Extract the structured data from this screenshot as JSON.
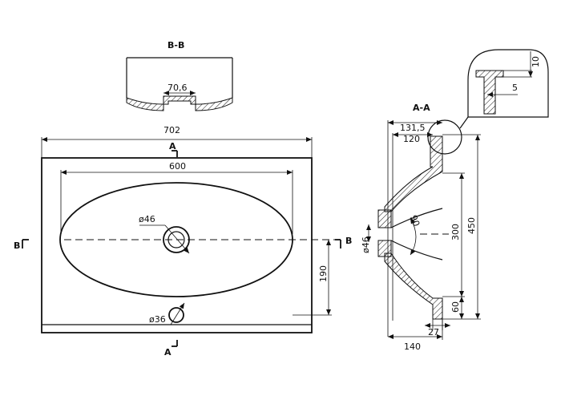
{
  "drawing": {
    "section_bb_title": "B-B",
    "section_aa_title": "A-A",
    "dims": {
      "bb_width": "70,6",
      "overall_width": "702",
      "inner_width": "600",
      "drain_dia": "ø46",
      "tap_dia": "ø36",
      "depth_offset": "190",
      "aa_top": "131,5",
      "aa_inner": "120",
      "aa_bowl": "300",
      "aa_total": "450",
      "aa_radius": "90",
      "aa_drain": "ø46",
      "aa_bottom": "60",
      "aa_base": "27",
      "aa_width": "140",
      "detail_top": "10",
      "detail_side": "5"
    },
    "markers": {
      "a_top": "A",
      "a_bottom": "A",
      "b_left": "B",
      "b_right": "B"
    }
  }
}
